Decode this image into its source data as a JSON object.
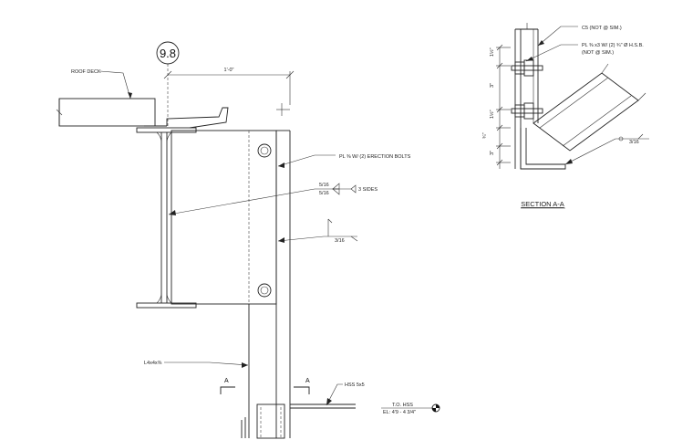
{
  "grid_bubble": "9.8",
  "dimension_top": "1'-0\"",
  "labels": {
    "roof_deck": "ROOF DECK",
    "plate_erection": "PL ⅜ W/ (2) ERECTION BOLTS",
    "weld_516_top": "5/16",
    "weld_516_bottom": "5/16",
    "weld_3sides": "3 SIDES",
    "weld_316_main": "3/16",
    "angle": "L4x4x⅜",
    "hss": "HSS 5x5",
    "to_hss": "T.O. HSS",
    "elevation": "EL: 4'9 - 4 3/4\"",
    "cut_left": "A",
    "cut_right": "A"
  },
  "section": {
    "title": "SECTION A-A",
    "c5": "C5 (NOT @ SIM.)",
    "plate_line1": "PL ⅜ x3 W/ (2) ¾\" Ø H.S.B.",
    "plate_line2": "(NOT @ SIM.)",
    "weld_316": "3/16",
    "dim_1": "1½\"",
    "dim_2": "3\"",
    "dim_3": "1½\"",
    "dim_4": "3\"",
    "dim_5": "¾\""
  }
}
